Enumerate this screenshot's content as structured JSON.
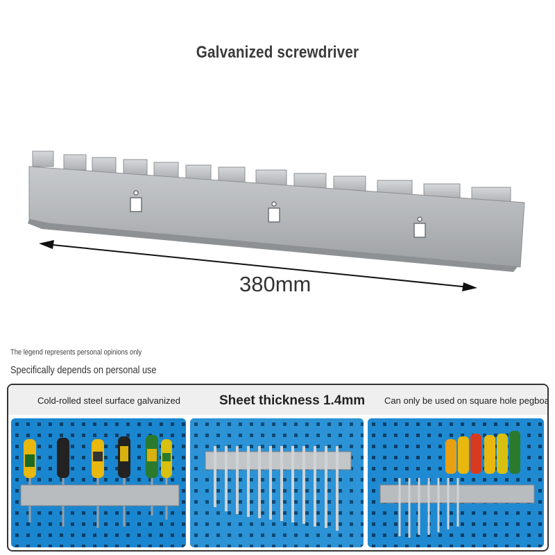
{
  "header": {
    "title": "Galvanized screwdriver"
  },
  "dimension": {
    "label": "380mm"
  },
  "notes": {
    "legend": "The legend represents personal opinions only",
    "usage": "Specifically depends on personal use"
  },
  "features": [
    {
      "label": "Cold-rolled steel surface galvanized"
    },
    {
      "label": "Sheet thickness 1.4mm"
    },
    {
      "label": "Can only be used on square hole pegboards"
    }
  ],
  "colors": {
    "pegboard": "#1a86cf",
    "steel": "#b9bcbf",
    "panel_header": "#efefef"
  },
  "photos": [
    {
      "content": "screwdrivers-on-rack"
    },
    {
      "content": "wrenches-on-rack"
    },
    {
      "content": "screwdrivers-and-wrenches-on-rack"
    }
  ]
}
